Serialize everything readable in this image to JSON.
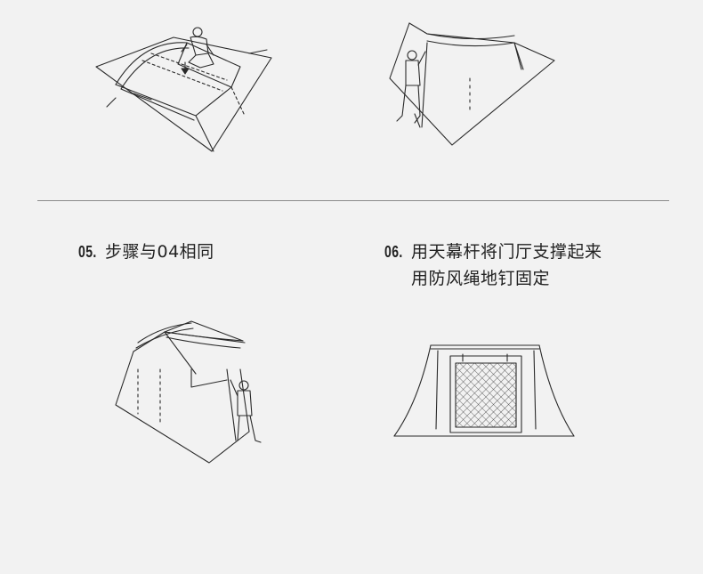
{
  "steps": [
    {
      "number": "05.",
      "lines": [
        "步骤与04相同"
      ]
    },
    {
      "number": "06.",
      "lines": [
        "用天幕杆将门厅支撑起来",
        "用防风绳地钉固定"
      ]
    }
  ],
  "colors": {
    "background": "#f2f2f2",
    "ink": "#2a2a2a",
    "divider": "#8a8a8a"
  }
}
